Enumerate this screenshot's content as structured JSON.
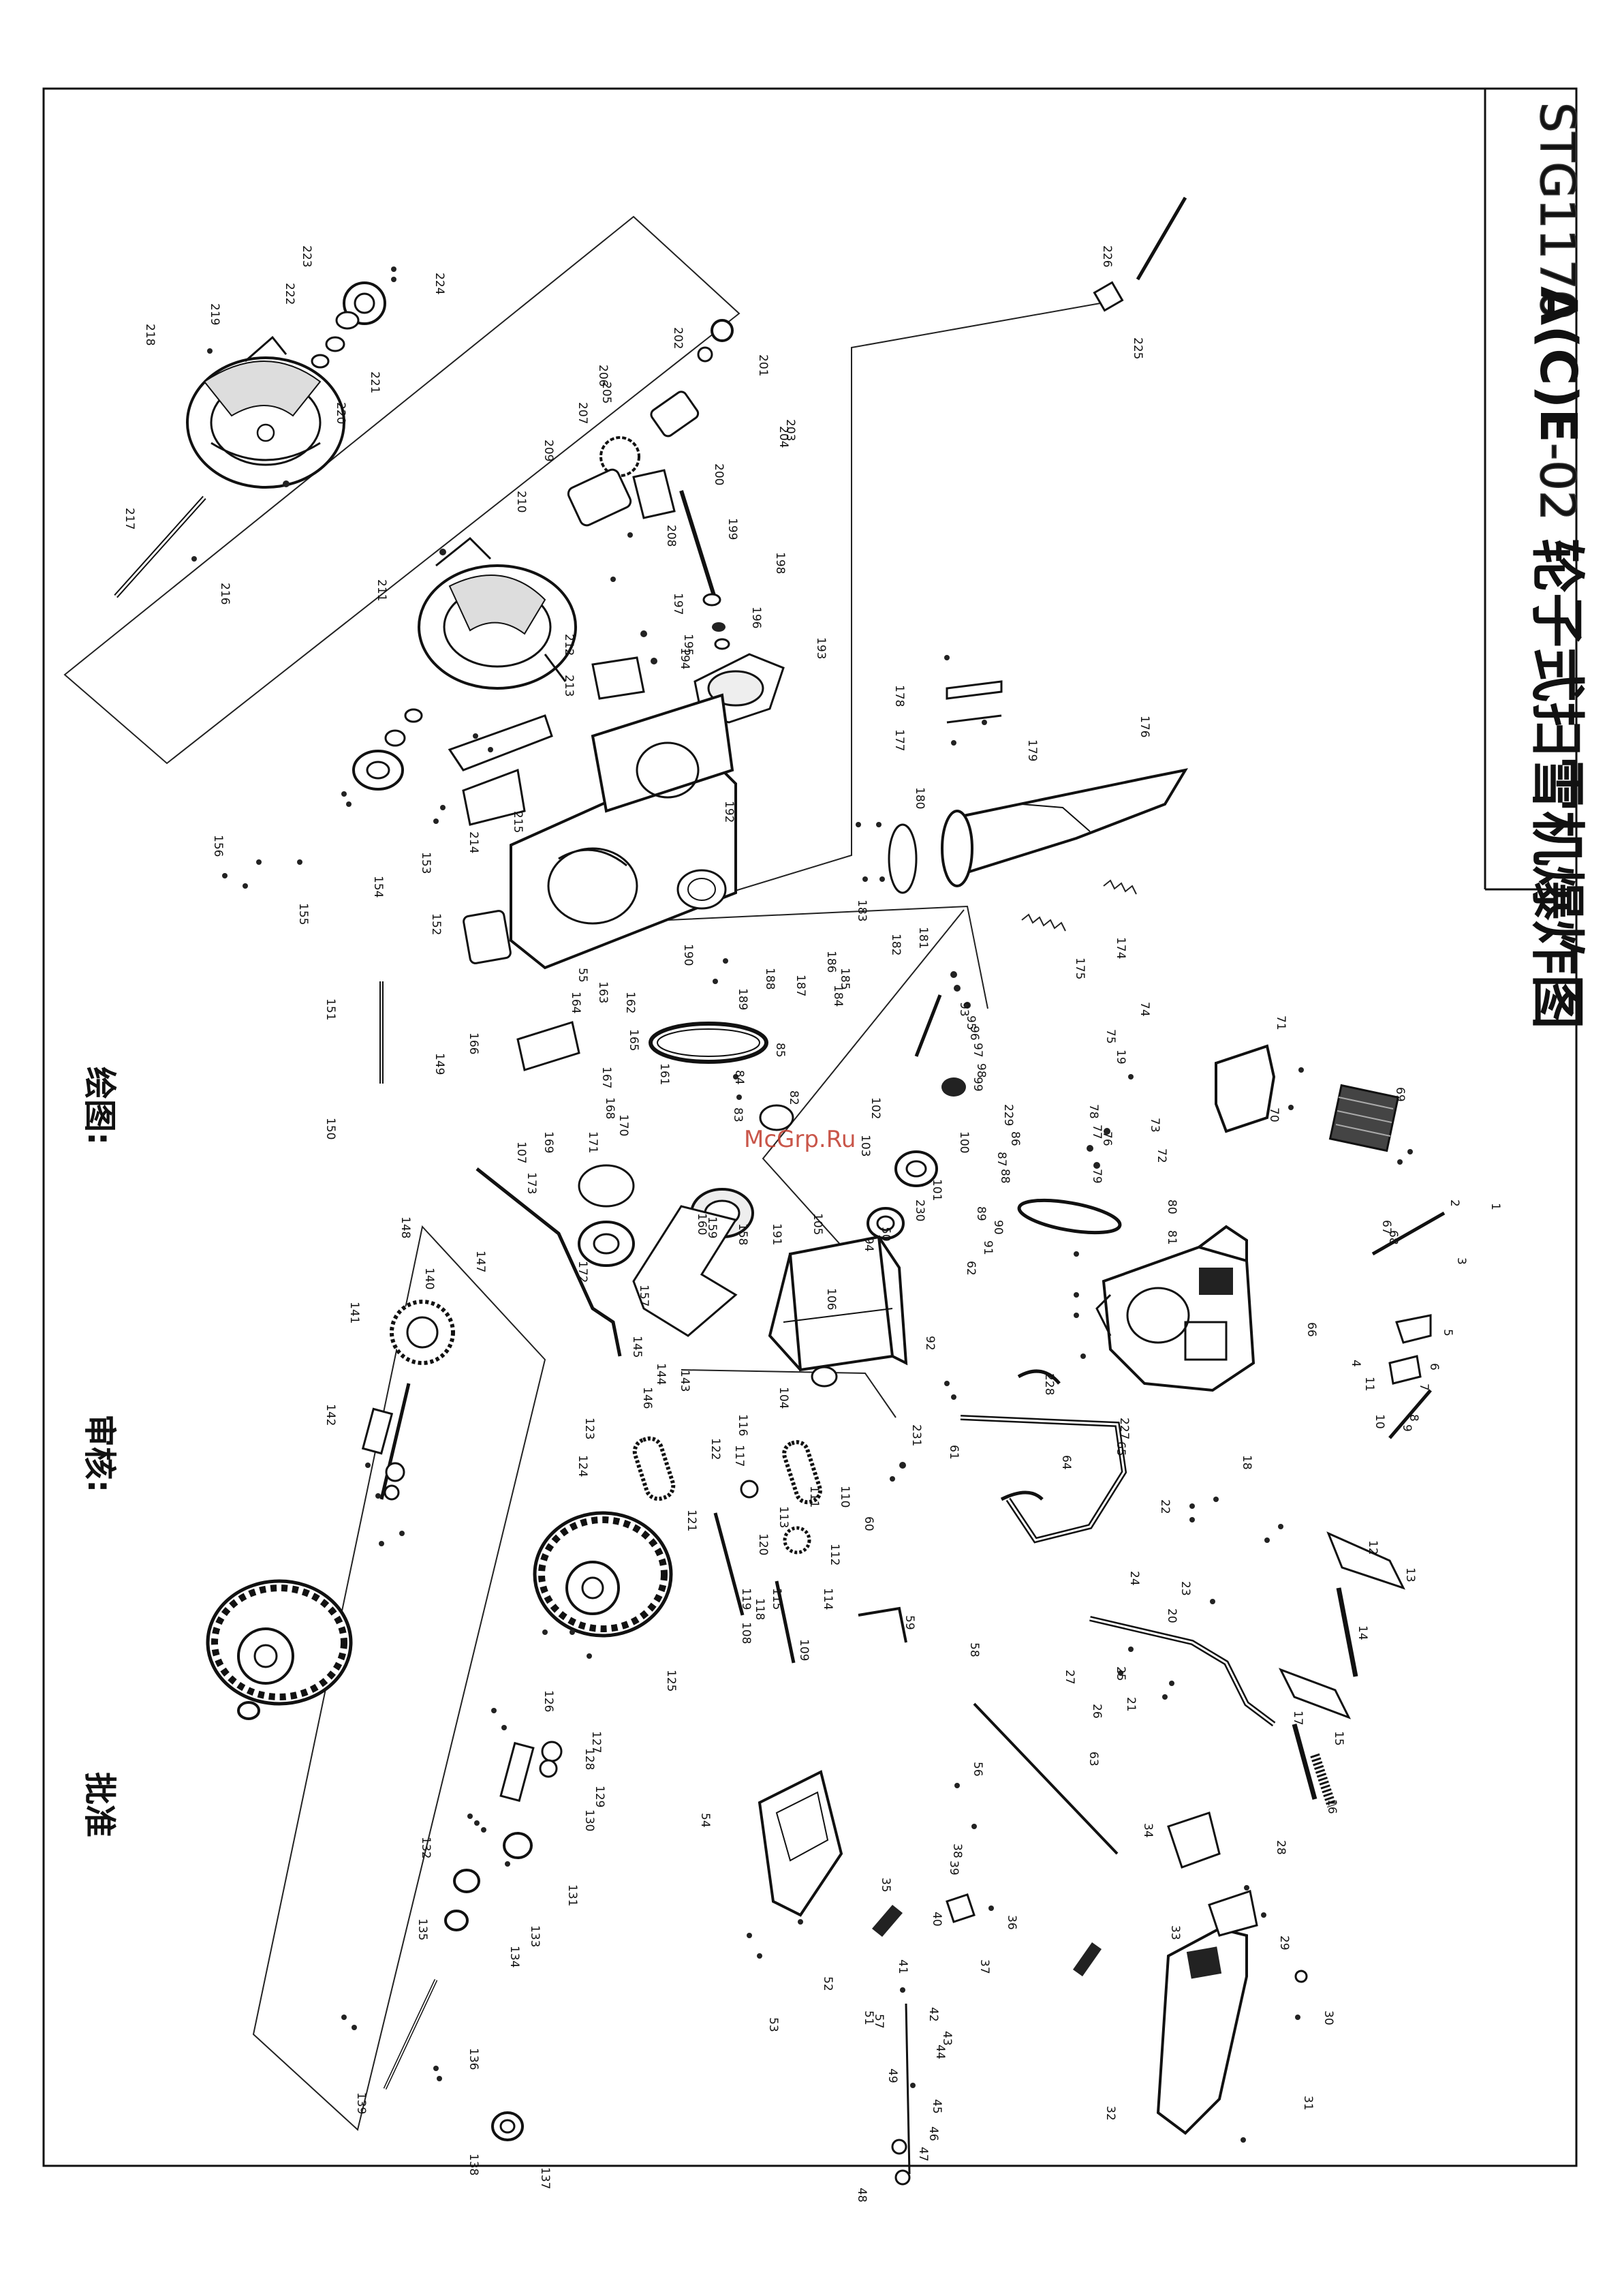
{
  "title_block": {
    "model": "STG1170",
    "suffix": "A(C)E",
    "sheet": "-02",
    "title_cn": "轮子式扫雪机爆炸图"
  },
  "signoff": {
    "drawn": "绘图:",
    "review": "审核:",
    "approve": "批准"
  },
  "watermark": "McGrp.Ru",
  "part_labels": [
    "1",
    "2",
    "3",
    "4",
    "5",
    "6",
    "7",
    "8",
    "9",
    "10",
    "11",
    "12",
    "13",
    "14",
    "15",
    "16",
    "17",
    "18",
    "19",
    "20",
    "21",
    "22",
    "23",
    "24",
    "25",
    "26",
    "27",
    "28",
    "29",
    "30",
    "31",
    "32",
    "33",
    "34",
    "35",
    "36",
    "37",
    "38",
    "39",
    "40",
    "41",
    "42",
    "43",
    "44",
    "45",
    "46",
    "47",
    "48",
    "49",
    "50",
    "51",
    "52",
    "53",
    "54",
    "55",
    "56",
    "57",
    "58",
    "59",
    "60",
    "61",
    "62",
    "63",
    "64",
    "65",
    "66",
    "67",
    "68",
    "69",
    "70",
    "71",
    "72",
    "73",
    "74",
    "75",
    "76",
    "77",
    "78",
    "79",
    "80",
    "81",
    "82",
    "83",
    "84",
    "85",
    "86",
    "87",
    "88",
    "89",
    "90",
    "91",
    "92",
    "93",
    "94",
    "95",
    "96",
    "97",
    "98",
    "99",
    "100",
    "101",
    "102",
    "103",
    "104",
    "105",
    "106",
    "107",
    "108",
    "109",
    "110",
    "111",
    "112",
    "113",
    "114",
    "115",
    "116",
    "117",
    "118",
    "119",
    "120",
    "121",
    "122",
    "123",
    "124",
    "125",
    "126",
    "127",
    "128",
    "129",
    "130",
    "131",
    "132",
    "133",
    "134",
    "135",
    "136",
    "137",
    "138",
    "139",
    "140",
    "141",
    "142",
    "143",
    "144",
    "145",
    "146",
    "147",
    "148",
    "149",
    "150",
    "151",
    "152",
    "153",
    "154",
    "155",
    "156",
    "157",
    "158",
    "159",
    "160",
    "161",
    "162",
    "163",
    "164",
    "165",
    "166",
    "167",
    "168",
    "169",
    "170",
    "171",
    "172",
    "173",
    "174",
    "175",
    "176",
    "177",
    "178",
    "179",
    "180",
    "181",
    "182",
    "183",
    "184",
    "185",
    "186",
    "187",
    "188",
    "189",
    "190",
    "191",
    "192",
    "193",
    "194",
    "195",
    "196",
    "197",
    "198",
    "199",
    "200",
    "201",
    "202",
    "203",
    "204",
    "205",
    "206",
    "207",
    "208",
    "209",
    "210",
    "211",
    "212",
    "213",
    "214",
    "215",
    "216",
    "217",
    "218",
    "219",
    "220",
    "221",
    "222",
    "223",
    "224",
    "225",
    "226",
    "227",
    "228",
    "229",
    "230",
    "231"
  ]
}
